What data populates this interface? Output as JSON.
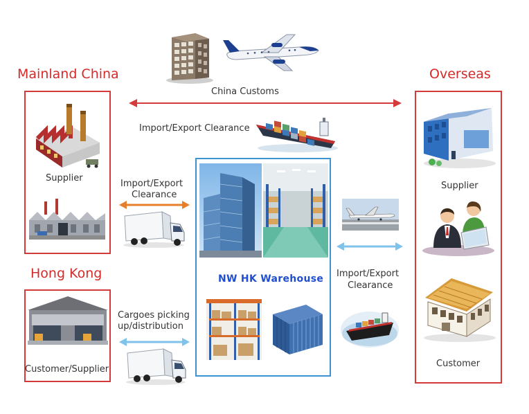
{
  "regions": {
    "mainland": "Mainland China",
    "overseas": "Overseas",
    "hongkong": "Hong Kong"
  },
  "labels": {
    "china_customs": "China Customs",
    "import_export_top": "Import/Export Clearance",
    "mainland_supplier": "Supplier",
    "import_export_left_1": "Import/Export",
    "import_export_left_2": "Clearance",
    "cargo_1": "Cargoes picking",
    "cargo_2": "up/distribution",
    "hk_party": "Customer/Supplier",
    "warehouse": "NW HK Warehouse",
    "import_export_right_1": "Import/Export",
    "import_export_right_2": "Clearance",
    "overseas_supplier": "Supplier",
    "overseas_customer": "Customer"
  },
  "colors": {
    "region_red": "#d62a2a",
    "border_red": "#d33a3a",
    "border_blue": "#3b93d4",
    "arrow_red": "#d63a3a",
    "arrow_orange": "#e67f2a",
    "arrow_blue": "#7fc2ea",
    "warehouse_text": "#1f4fd0"
  }
}
